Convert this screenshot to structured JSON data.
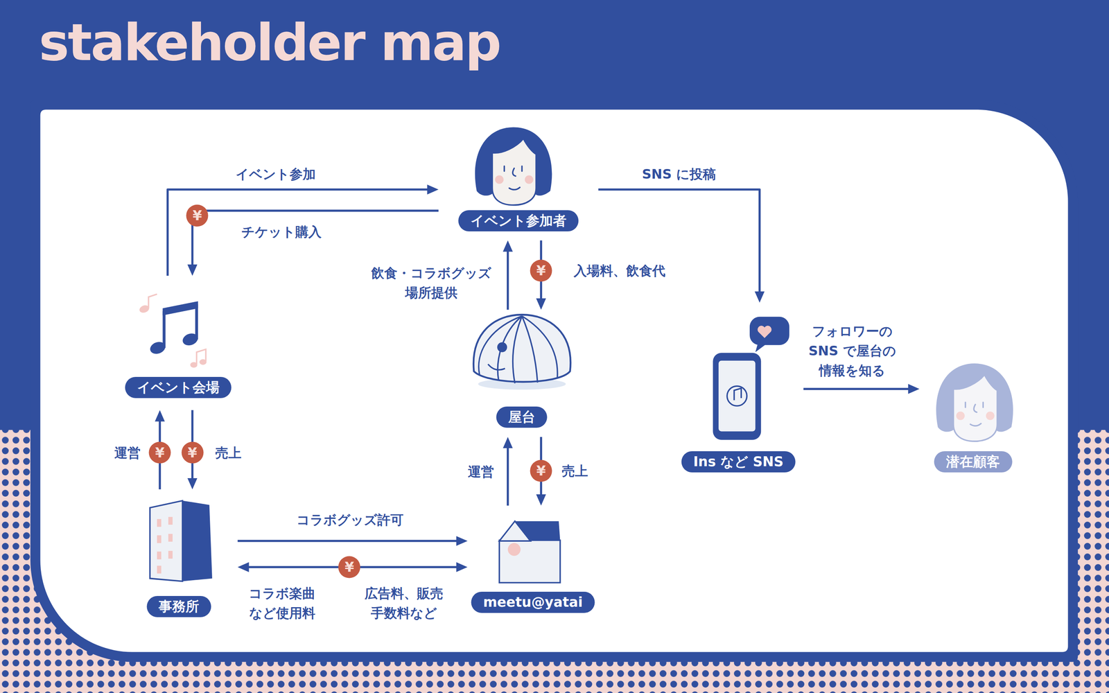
{
  "diagram": {
    "title": "stakeholder map",
    "nodes": [
      {
        "text": [
          "イベント参加者"
        ]
      },
      {
        "text": [
          "イベント会場"
        ]
      },
      {
        "text": [
          "屋台"
        ]
      },
      {
        "text": [
          "Ins など SNS"
        ]
      },
      {
        "text": [
          "潜在顧客"
        ]
      },
      {
        "text": [
          "事務所"
        ]
      },
      {
        "text": [
          "meetu@yatai"
        ]
      }
    ],
    "edges": [
      {
        "from": 1,
        "to": 0,
        "label": "イベント参加",
        "arrow": "to"
      },
      {
        "from": 0,
        "to": 1,
        "label": "チケット購入",
        "arrow": "to"
      },
      {
        "from": 2,
        "to": 0,
        "label": "飲食・コラボグッズ 場所提供",
        "arrow": "to"
      },
      {
        "from": 0,
        "to": 2,
        "label": "入場料、飲食代",
        "arrow": "to"
      },
      {
        "from": 0,
        "to": 3,
        "label": "SNS に投稿",
        "arrow": "to"
      },
      {
        "from": 3,
        "to": 4,
        "label": "フォロワーの SNS で屋台の 情報を知る",
        "arrow": "to"
      },
      {
        "from": 5,
        "to": 1,
        "label": "運営",
        "arrow": "to"
      },
      {
        "from": 1,
        "to": 5,
        "label": "売上",
        "arrow": "to"
      },
      {
        "from": 6,
        "to": 2,
        "label": "運営",
        "arrow": "to"
      },
      {
        "from": 2,
        "to": 6,
        "label": "売上",
        "arrow": "to"
      },
      {
        "from": 5,
        "to": 6,
        "label": "コラボグッズ許可",
        "arrow": "to"
      },
      {
        "from": 5,
        "to": 6,
        "label": "コラボ楽曲 など使用料",
        "arrow": "both"
      }
    ],
    "labels": [
      "¥",
      "¥",
      "¥",
      "¥",
      "¥",
      "¥",
      "広告料、販売 手数料など"
    ]
  }
}
